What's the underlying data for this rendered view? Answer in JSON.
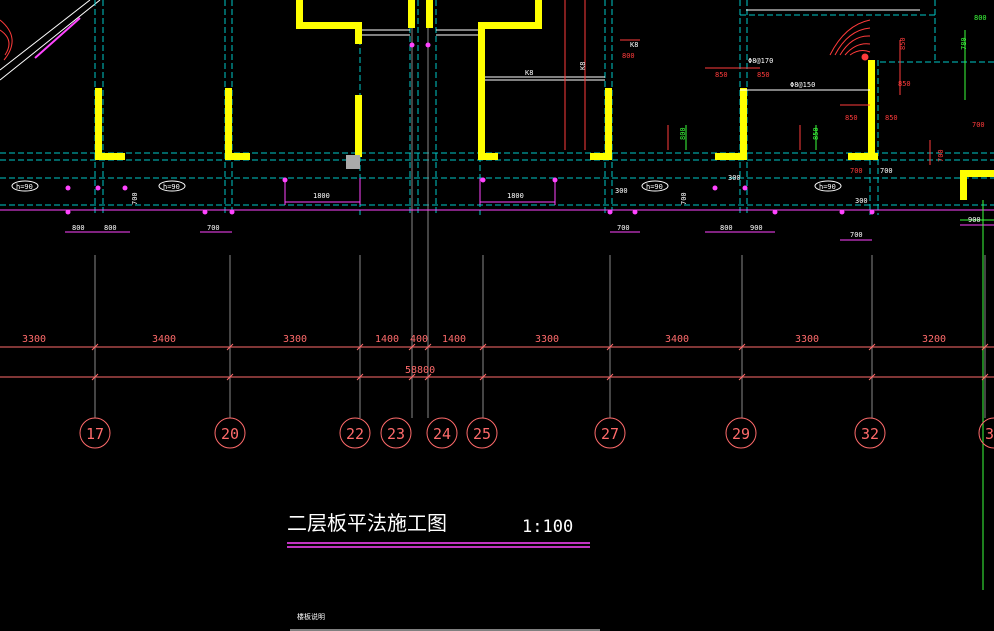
{
  "drawing": {
    "title": "二层板平法施工图",
    "scale": "1:100",
    "note": "楼板说明"
  },
  "axes": [
    {
      "label": "17"
    },
    {
      "label": "20"
    },
    {
      "label": "22"
    },
    {
      "label": "23"
    },
    {
      "label": "24"
    },
    {
      "label": "25"
    },
    {
      "label": "27"
    },
    {
      "label": "29"
    },
    {
      "label": "32"
    },
    {
      "label": "3"
    }
  ],
  "axis_spacings": [
    "3300",
    "3400",
    "3300",
    "1400",
    "400",
    "1400",
    "3300",
    "3400",
    "3300",
    "3200"
  ],
  "overall_dimension": "58800",
  "detail_dims": {
    "d1": "800",
    "d2": "800",
    "d3": "700",
    "d4": "1800",
    "d5": "1800",
    "d6": "700",
    "d7": "800",
    "d8": "900",
    "d9": "700",
    "d10": "900",
    "d11": "700",
    "d12": "700",
    "d13": "300",
    "d14": "300",
    "d15": "300"
  },
  "slab_labels": {
    "h1": "h=90",
    "h2": "h=90",
    "h3": "h=90",
    "h4": "h=90",
    "k1": "K8",
    "k2": "K8",
    "k3": "K8"
  },
  "rebar_labels": {
    "r1": "Φ8@170",
    "r2": "850",
    "r3": "850",
    "r4": "Φ8@150",
    "r5": "850",
    "r6": "850",
    "r7": "850",
    "r8": "800",
    "r9": "800",
    "r10": "850",
    "r11": "700",
    "r12": "700",
    "r13": "700",
    "r14": "780",
    "r15": "850",
    "r16": "700",
    "r17": "800"
  },
  "colors": {
    "background": "#000000",
    "wall": "#ffff00",
    "grid": "#00c8c8",
    "dimension": "#ff6b6b",
    "rebar_red": "#ff3b3b",
    "rebar_green": "#3cff3c",
    "magenta": "#ff44ff",
    "white": "#ffffff"
  }
}
